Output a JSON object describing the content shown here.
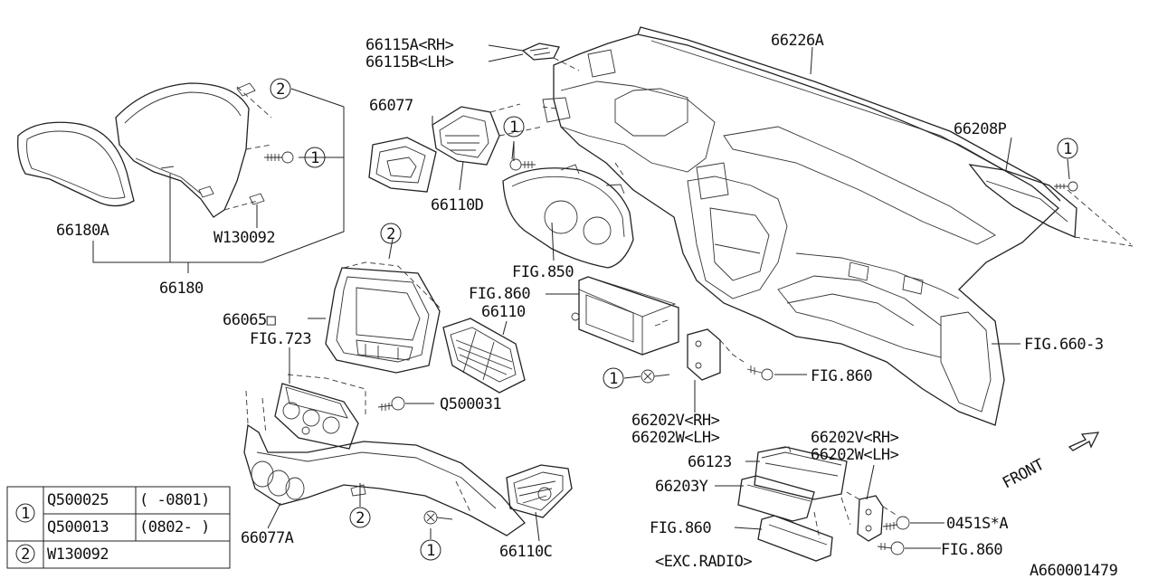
{
  "diagram_id": "A660001479",
  "labels": {
    "p66115a": "66115A<RH>",
    "p66115b": "66115B<LH>",
    "p66226a": "66226A",
    "p66077": "66077",
    "p66208p": "66208P",
    "p66180a": "66180A",
    "w130092_callout": "W130092",
    "p66180": "66180",
    "p66110d": "66110D",
    "fig850": "FIG.850",
    "fig860_a": "FIG.860",
    "p66110": "66110",
    "p66065": "66065□",
    "fig723": "FIG.723",
    "q500031": "Q500031",
    "fig860_b": "FIG.860",
    "fig660_3": "FIG.660-3",
    "p66202v_a": "66202V<RH>",
    "p66202w_a": "66202W<LH>",
    "p66202v_b": "66202V<RH>",
    "p66202w_b": "66202W<LH>",
    "p66123": "66123",
    "p66203y": "66203Y",
    "fig860_c": "FIG.860",
    "exc_radio": "<EXC.RADIO>",
    "p0451s": "0451S*A",
    "fig860_d": "FIG.860",
    "p66077a": "66077A",
    "p66110c": "66110C",
    "front": "FRONT"
  },
  "callouts": [
    "1",
    "2"
  ],
  "legend": {
    "rows": [
      {
        "marker": "1",
        "part": "Q500025",
        "range": "( -0801)"
      },
      {
        "marker": "",
        "part": "Q500013",
        "range": "(0802- )"
      },
      {
        "marker": "2",
        "part": "W130092",
        "range": ""
      }
    ]
  }
}
